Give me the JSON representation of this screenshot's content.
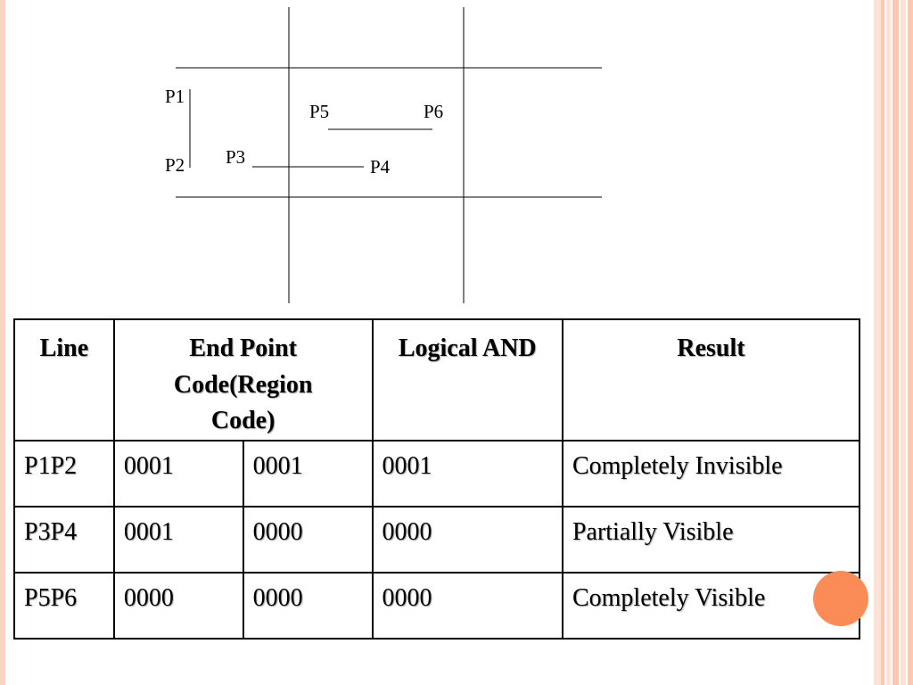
{
  "diagram": {
    "points": {
      "p1": "P1",
      "p2": "P2",
      "p3": "P3",
      "p4": "P4",
      "p5": "P5",
      "p6": "P6"
    }
  },
  "table": {
    "headers": {
      "line": "Line",
      "end_point_code": "End Point Code(Region Code)",
      "logical_and": "Logical AND",
      "result": "Result"
    },
    "rows": [
      {
        "line": "P1P2",
        "code1": "0001",
        "code2": "0001",
        "and": "0001",
        "result": "Completely Invisible"
      },
      {
        "line": "P3P4",
        "code1": "0001",
        "code2": "0000",
        "and": "0000",
        "result": "Partially Visible"
      },
      {
        "line": "P5P6",
        "code1": "0000",
        "code2": "0000",
        "and": "0000",
        "result": "Completely Visible"
      }
    ]
  },
  "colors": {
    "accent": "#fb8c57",
    "stripe_light": "#fde3d7",
    "stripe_mid": "#fcc9b0"
  }
}
